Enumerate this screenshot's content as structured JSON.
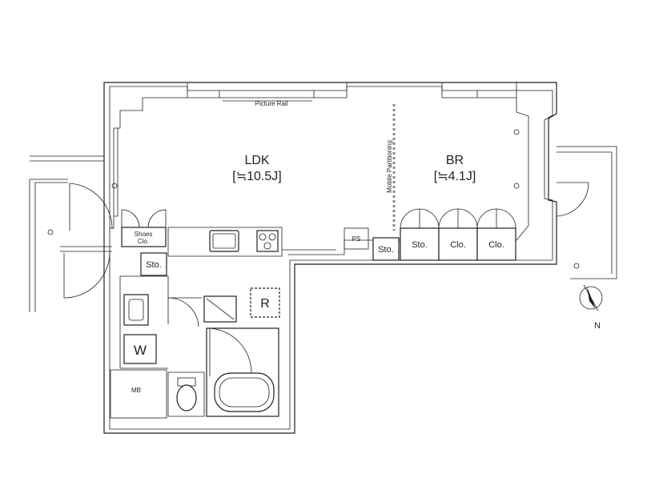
{
  "rooms": {
    "ldk": {
      "name": "LDK",
      "size": "[≒10.5J]"
    },
    "br": {
      "name": "BR",
      "size": "[≒4.1J]"
    }
  },
  "labels": {
    "picture_rail": "Picture Rail",
    "mobile_partitioning": "Mobile Partitioning",
    "shoes_line1": "Shoes",
    "shoes_line2": "Clo.",
    "entrance_sto": "Sto.",
    "br_sto_small": "Sto.",
    "br_sto": "Sto.",
    "br_clo1": "Clo.",
    "br_clo2": "Clo.",
    "ps": "PS",
    "refrigerator": "R",
    "washer": "W",
    "mb": "MB",
    "compass_north": "N"
  }
}
